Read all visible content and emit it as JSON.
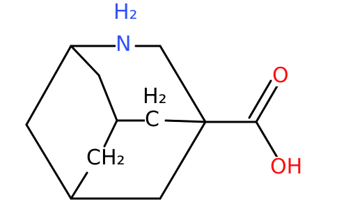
{
  "diagram": {
    "type": "chemical-structure",
    "colors": {
      "bond": "#000000",
      "nitrogen": "#3050f8",
      "oxygen": "#ff0d0d",
      "carbon_label": "#000000",
      "background": "#ffffff"
    },
    "atom_labels": {
      "nh2_label": "H₂",
      "n_label": "N",
      "ch2_upper_label": "H₂",
      "c_upper_label": "C",
      "ch2_lower_label": "CH₂",
      "o_carbonyl_label": "O",
      "oh_label": "OH"
    }
  }
}
